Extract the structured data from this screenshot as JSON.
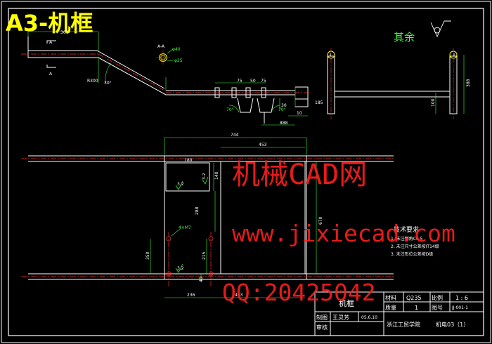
{
  "title": "A3-机框",
  "roughness_note": "其余",
  "watermark": {
    "line1": "机械CAD网",
    "line2": "www.jixiecad.com",
    "line3": "QQ:20425042"
  },
  "section_label": "A-A",
  "section_marks": [
    "A",
    "A"
  ],
  "dims": {
    "d361": "361",
    "r300": "R300",
    "a30": "30°",
    "phi40": "φ40",
    "phi25": "φ25",
    "d75a": "75",
    "d50": "50",
    "d75b": "75",
    "d30": "30",
    "d185": "185",
    "d10": "10",
    "d888": "888",
    "a70a": "70°",
    "a70b": "70°",
    "d388": "388",
    "d100": "100",
    "d744": "744",
    "d453": "453",
    "d180": "180",
    "d140": "140",
    "d288": "288",
    "d670": "670",
    "d4x": "4×M7",
    "d350": "350",
    "d215": "215",
    "d236": "236",
    "d453b": "453",
    "d40": "40",
    "r32a": "3.2",
    "r32b": "3.2",
    "r32c": "3.2"
  },
  "tech_req": {
    "heading": "技术要求",
    "items": [
      "1. 未注倒角C0.5",
      "2. 未注尺寸公差按IT14级",
      "3. 未注形位公差按D级"
    ]
  },
  "title_block": {
    "part_name": "机框",
    "material_label": "材料",
    "material": "Q235",
    "scale_label": "比例",
    "scale": "1 : 6",
    "weight_label": "质量",
    "weight": "1",
    "dwg_no_label": "图号",
    "dwg_no": "JJ-001-1",
    "draw_label": "制图",
    "drawer": "王灵芳",
    "date": "05.6.10",
    "check_label": "审核",
    "school": "浙江工贸学院",
    "class": "机电03（1）"
  },
  "colors": {
    "outline": "#ffffff",
    "dimension": "#3cff3c",
    "center": "#ff2a2a",
    "title": "#ffff00",
    "hidden": "#ffff00",
    "watermark": "#ff1e1e"
  }
}
